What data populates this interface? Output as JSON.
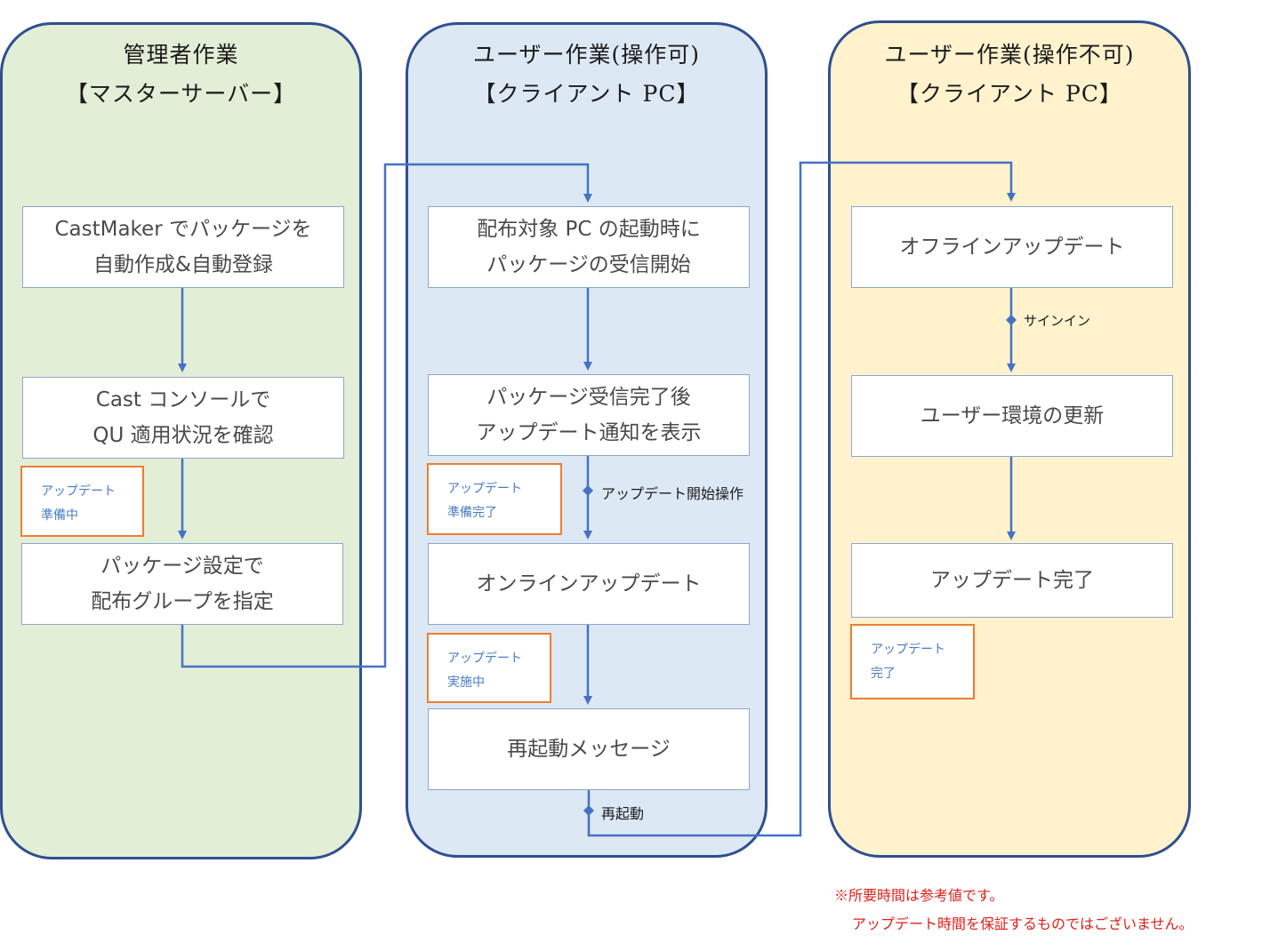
{
  "lanes": [
    {
      "title1": "管理者作業",
      "title2": "【マスターサーバー】",
      "color": "#e2eed6"
    },
    {
      "title1": "ユーザー作業(操作可)",
      "title2": "【クライアント PC】",
      "color": "#dde8f5"
    },
    {
      "title1": "ユーザー作業(操作不可)",
      "title2": "【クライアント PC】",
      "color": "#fff2cd"
    }
  ],
  "boxes": {
    "cast_maker": {
      "line1": "CastMaker でパッケージを",
      "line2": "自動作成&自動登録"
    },
    "cast_console": {
      "line1": "Cast コンソールで",
      "line2": "QU 適用状況を確認"
    },
    "package_setting": {
      "line1": "パッケージ設定で",
      "line2": "配布グループを指定"
    },
    "receive_start": {
      "line1": "配布対象 PC の起動時に",
      "line2": "パッケージの受信開始"
    },
    "receive_done": {
      "line1": "パッケージ受信完了後",
      "line2": "アップデート通知を表示"
    },
    "online_update": {
      "line1": "オンラインアップデート"
    },
    "restart_message": {
      "line1": "再起動メッセージ"
    },
    "offline_update": {
      "line1": "オフラインアップデート"
    },
    "user_env_update": {
      "line1": "ユーザー環境の更新"
    },
    "update_complete": {
      "line1": "アップデート完了"
    }
  },
  "statuses": {
    "preparing": {
      "line1": "アップデート",
      "line2": "準備中"
    },
    "ready": {
      "line1": "アップデート",
      "line2": "準備完了"
    },
    "running": {
      "line1": "アップデート",
      "line2": "実施中"
    },
    "done": {
      "line1": "アップデート",
      "line2": "完了"
    }
  },
  "edge_labels": {
    "start_op": "アップデート開始操作",
    "restart": "再起動",
    "sign_in": "サインイン"
  },
  "note": {
    "line1": "※所要時間は参考値です。",
    "line2": "アップデート時間を保証するものではございません。"
  },
  "colors": {
    "connector": "#4472c4",
    "lane_border": "#2f4f8f",
    "status_border": "#ee7d31",
    "note": "#e0201a"
  }
}
